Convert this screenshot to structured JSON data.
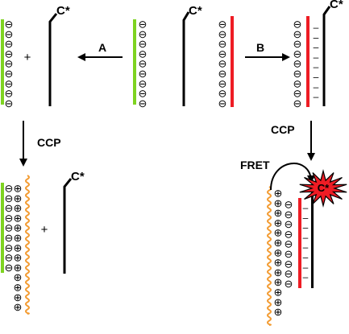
{
  "labels": {
    "probe": "C*",
    "arrow_a": "A",
    "arrow_b": "B",
    "ccp": "CCP",
    "fret": "FRET",
    "plus": "+"
  },
  "symbols": {
    "negative_charge": "⊖",
    "positive_charge": "⊕",
    "negative_tick": "–"
  },
  "colors": {
    "strand": "#000000",
    "complementary_strand": "#ee1c24",
    "green_strand": "#7ed321",
    "polymer_chain": "#f39c33",
    "star_fill": "#ee1c24",
    "background": "#ffffff"
  },
  "icons": [
    "probe-strand",
    "complementary-strand",
    "cationic-polymer-chain",
    "fluorescence-star",
    "reaction-arrow"
  ]
}
